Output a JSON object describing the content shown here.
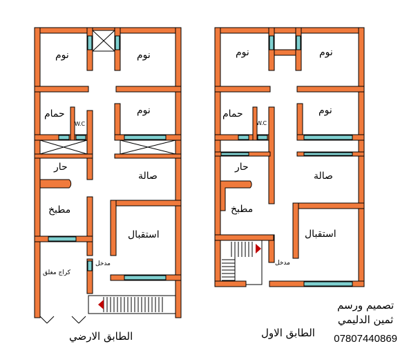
{
  "colors": {
    "wall": "#f07a3c",
    "outline": "#000000",
    "window": "#7fd0d0",
    "stair_arrow": "#c00000"
  },
  "ground_floor": {
    "caption": "الطابق الارضي",
    "rooms": {
      "bedroom_top_left": "نوم",
      "bedroom_top_right": "نوم",
      "bathroom": "حمام",
      "wc": "W.C",
      "bedroom_middle": "نوم",
      "hot_area": "حار",
      "hall": "صالة",
      "kitchen": "مطبخ",
      "reception": "استقبال",
      "closed_garage": "كراج مغلق",
      "entrance": "مدخل"
    }
  },
  "first_floor": {
    "caption": "الطابق الاول",
    "rooms": {
      "bedroom_top_left": "نوم",
      "bedroom_top_right": "نوم",
      "bathroom": "حمام",
      "wc": "W.C",
      "bedroom_middle": "نوم",
      "hot_area": "حار",
      "hall": "صالة",
      "kitchen": "مطبخ",
      "reception": "استقبال",
      "entrance": "مدخل"
    }
  },
  "credit": {
    "line1": "تصميم ورسم",
    "line2": "ثمين الدليمي",
    "phone": "07807440869"
  }
}
